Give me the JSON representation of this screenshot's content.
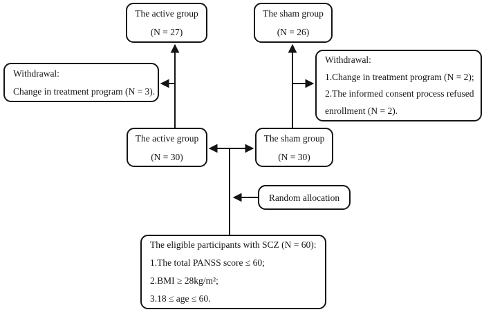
{
  "diagram": {
    "type": "flowchart",
    "description": "Participant flow diagram of a randomized trial (active vs sham groups)",
    "colors": {
      "line": "#141414",
      "box_background": "#ffffff",
      "page_background": "#ffffff"
    },
    "boxes": {
      "active_27": {
        "lines": [
          "The active group",
          "(N = 27)"
        ]
      },
      "sham_26": {
        "lines": [
          "The sham group",
          "(N = 26)"
        ]
      },
      "withdrawal_left": {
        "lines": [
          "Withdrawal:",
          "Change in treatment program (N = 3)."
        ]
      },
      "withdrawal_right": {
        "lines": [
          "Withdrawal:",
          "1.Change in treatment program (N = 2);",
          "2.The informed consent process refused",
          "enrollment (N = 2)."
        ]
      },
      "active_30": {
        "lines": [
          "The active group",
          "(N = 30)"
        ]
      },
      "sham_30": {
        "lines": [
          "The sham group",
          "(N = 30)"
        ]
      },
      "random_allocation": {
        "label": "Random allocation"
      },
      "eligible": {
        "lines": [
          "The eligible participants with SCZ (N = 60):",
          "1.The total PANSS score ≤ 60;",
          "2.BMI ≥ 28kg/m²;",
          "3.18 ≤ age ≤ 60."
        ]
      }
    },
    "arrows": [
      {
        "from": "active_30",
        "to": "active_27",
        "direction": "up"
      },
      {
        "from": "sham_30",
        "to": "sham_26",
        "direction": "up"
      },
      {
        "from": "active-line",
        "to": "withdrawal_left",
        "direction": "left"
      },
      {
        "from": "sham-line",
        "to": "withdrawal_right",
        "direction": "right"
      },
      {
        "from": "eligible",
        "to": "active_30",
        "direction": "left"
      },
      {
        "from": "eligible",
        "to": "sham_30",
        "direction": "right"
      },
      {
        "from": "random_allocation",
        "to": "allocation-line",
        "direction": "left"
      }
    ]
  }
}
